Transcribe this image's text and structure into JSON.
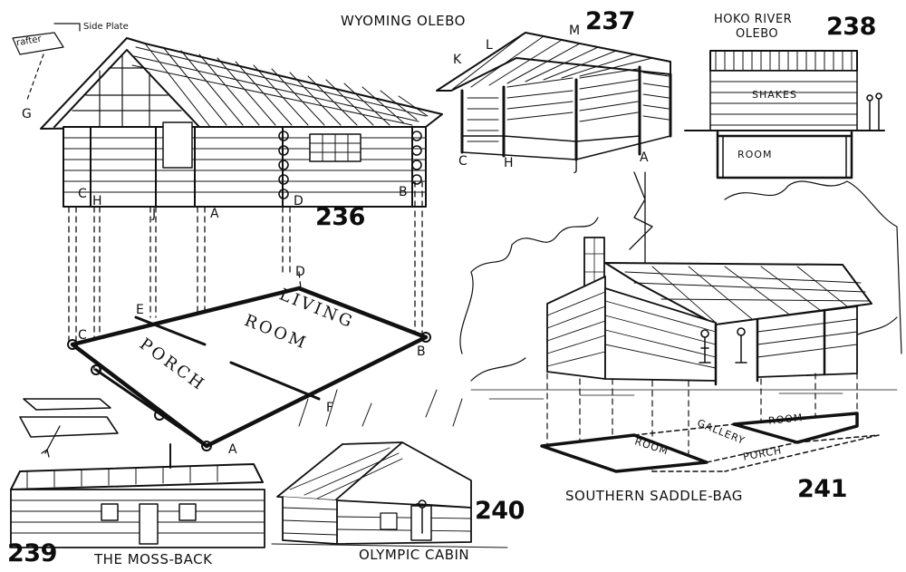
{
  "figures": {
    "fig236": {
      "number": "236"
    },
    "fig237": {
      "number": "237",
      "title": "WYOMING OLEBO"
    },
    "fig238": {
      "number": "238",
      "title_line1": "HOKO RIVER",
      "title_line2": "OLEBO",
      "label_shakes": "SHAKES",
      "label_room": "ROOM"
    },
    "fig239": {
      "number": "239",
      "title": "THE MOSS-BACK"
    },
    "fig240": {
      "number": "240",
      "title": "OLYMPIC CABIN"
    },
    "fig241": {
      "number": "241",
      "title": "SOUTHERN SADDLE-BAG",
      "label_room_left": "ROOM",
      "label_room_right": "ROOM",
      "label_gallery": "GALLERY",
      "label_porch": "PORCH"
    }
  },
  "labels_236": {
    "side_plate": "Side Plate",
    "rafter_tag": "rafter",
    "G": "G",
    "C_top": "C",
    "H": "H",
    "J": "J",
    "A_top": "A",
    "D_top": "D",
    "B_top": "B",
    "D_floor": "D",
    "E": "E",
    "C_floor": "C",
    "B_floor": "B",
    "F": "F",
    "A_floor": "A",
    "living": "LIVING",
    "room": "ROOM",
    "porch": "PORCH"
  },
  "labels_237": {
    "K": "K",
    "L": "L",
    "M": "M",
    "C": "C",
    "H": "H",
    "J": "J",
    "A": "A"
  },
  "icons": [
    "ink-line-illustration"
  ]
}
